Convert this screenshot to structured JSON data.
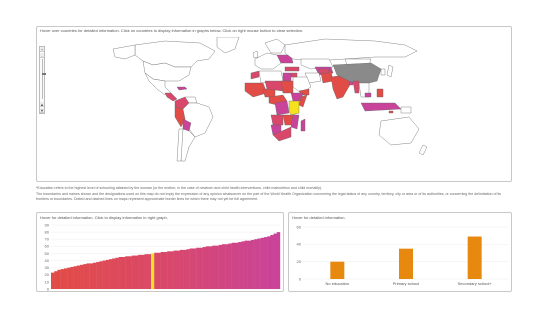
{
  "map": {
    "hint": "Hover over countries for detailed information. Click on countries to display information in graphs below. Click on right mouse button to clear selection.",
    "zoom_in": "+",
    "zoom_out": "-",
    "colors": {
      "no_data": "#8a8a8a",
      "low": "#e24c47",
      "mid": "#d9486a",
      "high": "#c9439a",
      "selected": "#f5e11d",
      "ocean": "#ffffff",
      "land": "#ffffff"
    }
  },
  "notes": {
    "line1": "*Education refers to the highest level of schooling attained by the woman (or the mother, in the case of newborn and child health interventions, child malnutrition and child mortality).",
    "line2": "The boundaries and names shown and the designations used on this map do not imply the expression of any opinion whatsoever on the part of the World Health Organization concerning the legal status of any country, territory, city or area or of its authorities, or concerning the delimitation of its",
    "line3": "frontiers or boundaries. Dotted and dashed lines on maps represent approximate border lines for which there may not yet be full agreement."
  },
  "bar_panel": {
    "hint": "Hover for detailed information. Click to display information in right graph."
  },
  "edu_panel": {
    "hint": "Hover for detailed information."
  },
  "chart_data": [
    {
      "type": "bar",
      "title": "",
      "xlabel": "",
      "ylabel": "",
      "ylim": [
        0,
        90
      ],
      "yticks": [
        0,
        10,
        20,
        30,
        40,
        50,
        60,
        70,
        80,
        90
      ],
      "selected_index": 31,
      "values": [
        23,
        25,
        27,
        28,
        29,
        30,
        31,
        32,
        33,
        34,
        35,
        36,
        36,
        37,
        38,
        39,
        40,
        41,
        42,
        43,
        44,
        45,
        45,
        46,
        46,
        47,
        47,
        48,
        48,
        49,
        49,
        50,
        51,
        51,
        52,
        52,
        53,
        53,
        54,
        54,
        55,
        55,
        56,
        57,
        57,
        58,
        58,
        59,
        60,
        60,
        61,
        61,
        62,
        63,
        63,
        64,
        65,
        65,
        66,
        67,
        68,
        68,
        69,
        70,
        71,
        72,
        73,
        74,
        76,
        78,
        80
      ],
      "colors": {
        "low": "#e24c47",
        "mid": "#d9486a",
        "high": "#c9439a",
        "selected": "#f5e11d"
      }
    },
    {
      "type": "bar",
      "title": "",
      "xlabel": "",
      "ylabel": "",
      "ylim": [
        0,
        60
      ],
      "yticks": [
        0,
        20,
        40,
        60
      ],
      "categories": [
        "No education",
        "Primary school",
        "Secondary school+"
      ],
      "values": [
        20,
        35,
        49
      ],
      "color": "#e8890f"
    }
  ]
}
